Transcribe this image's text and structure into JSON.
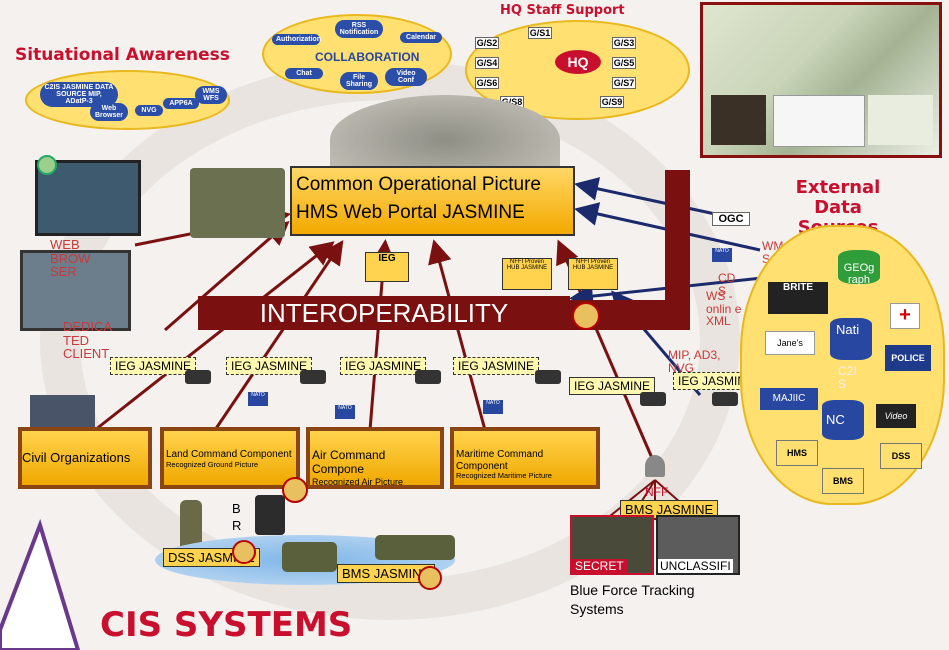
{
  "colors": {
    "accent_red": "#c8102e",
    "cloud_yellow": "#ffe070",
    "cmd_gold": "#f0a800",
    "arrow_dark": "#7a1010",
    "arrow_blue": "#1a2a6c"
  },
  "titles": {
    "situational_awareness": "Situational Awareness",
    "collaboration": "COLLABORATION",
    "hq_staff": "HQ Staff Support",
    "external": "External Data Sources",
    "cis": "CIS SYSTEMS"
  },
  "sa_cloud": {
    "c2is": "C2IS JASMINE DATA SOURCE MIP, ADatP-3",
    "web": "Web Browser",
    "nvg": "NVG",
    "app6a": "APP6A",
    "wms": "WMS WFS"
  },
  "collab_cloud": {
    "rss": "RSS Notification",
    "auth": "Authorization",
    "calendar": "Calendar",
    "chat": "Chat",
    "file": "File Sharing",
    "video": "Video Conf"
  },
  "hq": {
    "center": "HQ",
    "items": [
      "G/S1",
      "G/S2",
      "G/S3",
      "G/S4",
      "G/S5",
      "G/S6",
      "G/S7",
      "G/S8",
      "G/S9"
    ]
  },
  "cop": {
    "line1": "Common Operational Picture",
    "line2": "HMS Web Portal JASMINE"
  },
  "interop": "INTEROPERABILITY",
  "ieg_top": "IEG",
  "nffi_hub": "NFFI Proven HUB JASMINE",
  "left_labels": {
    "web": "WEB BROW SER",
    "dedicated": "DEDICA TED CLIENT"
  },
  "ieg_row": [
    "IEG JASMINE",
    "IEG JASMINE",
    "IEG JASMINE",
    "IEG JASMINE",
    "IEG JASMINE",
    "IEG JASMINE"
  ],
  "commands": [
    {
      "title": "Civil Organizations",
      "sub": ""
    },
    {
      "title": "Land Command Component",
      "sub": "Recognized Ground Picture"
    },
    {
      "title": "Air Command Compone",
      "sub": "Recognized Air Picture"
    },
    {
      "title": "Maritime Command Component",
      "sub": "Recognized Maritime Picture"
    }
  ],
  "protocols": {
    "wms": "WM S",
    "cds": "CD S",
    "ws": "WS - onlin e XML",
    "mip": "MIP, AD3, NVG",
    "ogc": "OGC"
  },
  "external": {
    "geog": "GEOg raph",
    "nati": "Nati",
    "c2i": "C2I S",
    "nc": "NC",
    "brite": "BRITE",
    "janes": "Jane's",
    "police": "POLICE",
    "maiic": "MAJIIC",
    "video": "Video",
    "hms": "HMS",
    "dss": "DSS",
    "bms": "BMS"
  },
  "bottom": {
    "brm": "B R M",
    "dss": "DSS JASMINE",
    "bms": "BMS JASMINE",
    "nff": "NFF",
    "bms_right": "BMS JASMINE",
    "secret": "SECRET",
    "unclass": "UNCLASSIFI",
    "bft": "Blue Force Tracking Systems"
  }
}
